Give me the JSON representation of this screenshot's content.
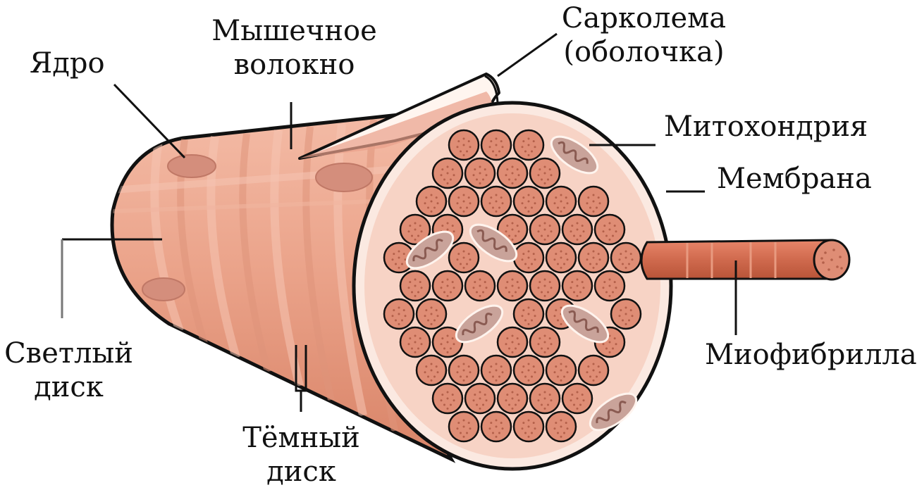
{
  "colors": {
    "fiber_light": "#f0b29c",
    "fiber_mid": "#e69a82",
    "fiber_dark": "#d4826a",
    "band_dark": "#de947b",
    "band_light": "#f6c5b3",
    "section_fill": "#f7d3c5",
    "section_edge": "#fbe9e1",
    "myofibril_fill": "#df8d75",
    "myofibril_dot": "#b3604a",
    "mitochondria": "#c9a39a",
    "mitochondria_inner": "#8a5b52",
    "nucleus": "#d48e7c",
    "sarcolemma": "#fff5ef",
    "rod": "#d06a4e",
    "outline": "#111111",
    "pointer": "#111111"
  },
  "labels": {
    "nucleus": "Ядро",
    "fiber_line1": "Мышечное",
    "fiber_line2": "волокно",
    "sarcolemma_line1": "Сарколема",
    "sarcolemma_line2": "(оболочка)",
    "mitochondria": "Митохондрия",
    "membrane": "Мембрана",
    "light_disc_line1": "Светлый",
    "light_disc_line2": "диск",
    "dark_disc_line1": "Тёмный",
    "dark_disc_line2": "диск",
    "myofibril": "Миофибрилла"
  }
}
